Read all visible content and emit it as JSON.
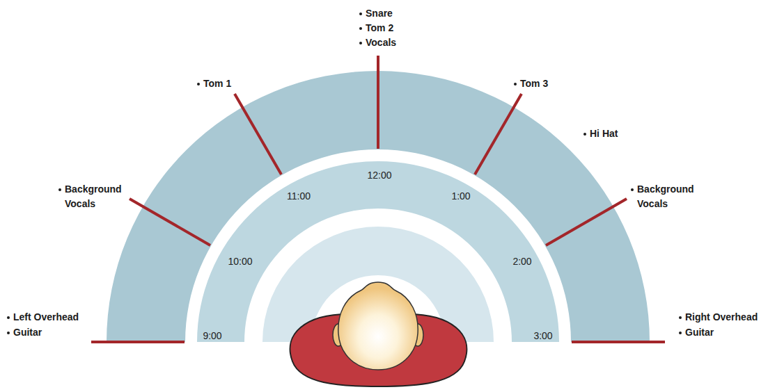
{
  "diagram": {
    "labels": [
      "Snare",
      "Tom 2",
      "Vocals",
      "Tom 1",
      "Tom 3",
      "Hi Hat",
      "Background Vocals",
      "Background Vocals",
      "Left Overhead",
      "Guitar",
      "Right Overhead",
      "Guitar",
      "12:00",
      "11:00",
      "1:00",
      "10:00",
      "2:00",
      "9:00",
      "3:00"
    ]
  }
}
